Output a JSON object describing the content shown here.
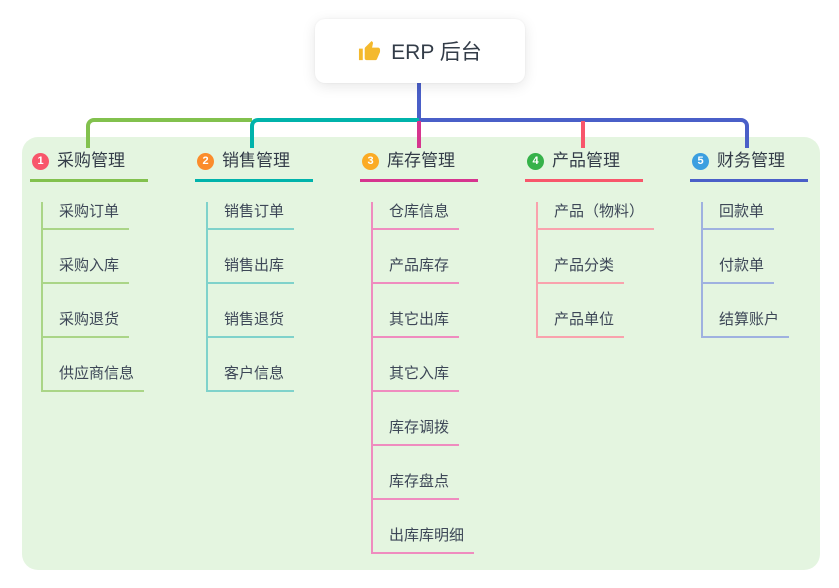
{
  "root": {
    "label": "ERP 后台",
    "icon": "thumbs-up-icon",
    "icon_color": "#f4b92d"
  },
  "colors": {
    "panel_background": "#e4f5e0",
    "root_connector": "#4a5fc8",
    "heading_text": "#333c48",
    "child_text": "#3d4757"
  },
  "branches": [
    {
      "index": "1",
      "label": "采购管理",
      "badge_color": "#f8566b",
      "line_color": "#82c14e",
      "child_line_color": "#aad587",
      "children": [
        "采购订单",
        "采购入库",
        "采购退货",
        "供应商信息"
      ]
    },
    {
      "index": "2",
      "label": "销售管理",
      "badge_color": "#fb8c2c",
      "line_color": "#00b3ab",
      "child_line_color": "#7fd2cb",
      "children": [
        "销售订单",
        "销售出库",
        "销售退货",
        "客户信息"
      ]
    },
    {
      "index": "3",
      "label": "库存管理",
      "badge_color": "#fbab24",
      "line_color": "#d6358f",
      "child_line_color": "#ef8cbf",
      "children": [
        "仓库信息",
        "产品库存",
        "其它出库",
        "其它入库",
        "库存调拨",
        "库存盘点",
        "出库库明细"
      ]
    },
    {
      "index": "4",
      "label": "产品管理",
      "badge_color": "#36b24a",
      "line_color": "#f8566b",
      "child_line_color": "#f9a2ad",
      "children": [
        "产品（物料）",
        "产品分类",
        "产品单位"
      ]
    },
    {
      "index": "5",
      "label": "财务管理",
      "badge_color": "#3b9fe0",
      "line_color": "#4a5fc8",
      "child_line_color": "#9fb1e0",
      "children": [
        "回款单",
        "付款单",
        "结算账户"
      ]
    }
  ]
}
